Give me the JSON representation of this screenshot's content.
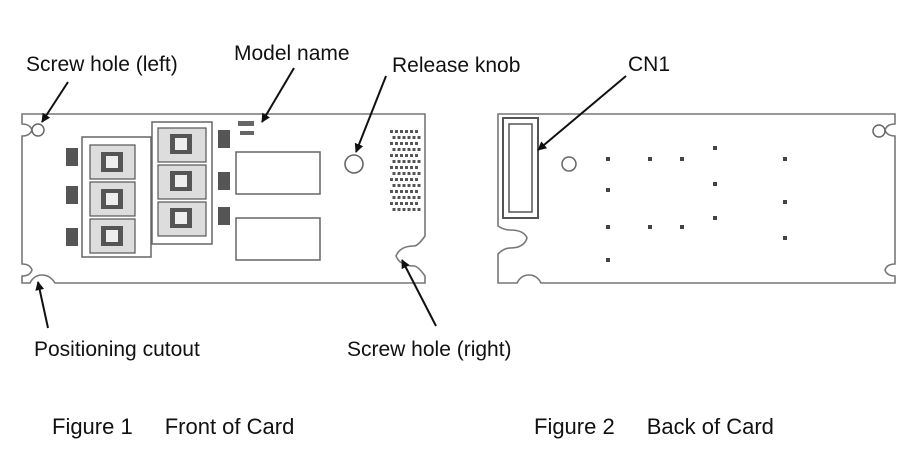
{
  "figure1": {
    "caption_number": "Figure 1",
    "caption_title": "Front of Card",
    "labels": {
      "screw_hole_left": "Screw hole (left)",
      "model_name": "Model name",
      "release_knob": "Release knob",
      "positioning_cutout": "Positioning cutout",
      "screw_hole_right": "Screw hole (right)"
    }
  },
  "figure2": {
    "caption_number": "Figure 2",
    "caption_title": "Back of Card",
    "labels": {
      "cn1": "CN1"
    }
  }
}
